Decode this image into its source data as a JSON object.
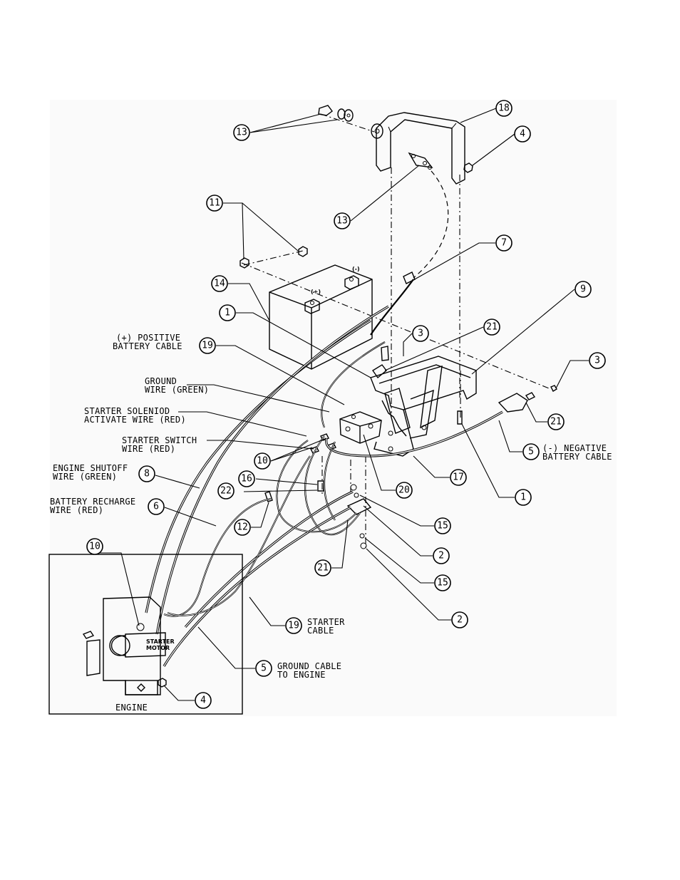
{
  "callouts": [
    {
      "id": "c1",
      "n": "1"
    },
    {
      "id": "c1b",
      "n": "1"
    },
    {
      "id": "c2",
      "n": "2"
    },
    {
      "id": "c2b",
      "n": "2"
    },
    {
      "id": "c3",
      "n": "3"
    },
    {
      "id": "c3b",
      "n": "3"
    },
    {
      "id": "c4",
      "n": "4"
    },
    {
      "id": "c4b",
      "n": "4"
    },
    {
      "id": "c5",
      "n": "5"
    },
    {
      "id": "c5b",
      "n": "5"
    },
    {
      "id": "c6",
      "n": "6"
    },
    {
      "id": "c7",
      "n": "7"
    },
    {
      "id": "c8",
      "n": "8"
    },
    {
      "id": "c9",
      "n": "9"
    },
    {
      "id": "c10",
      "n": "10"
    },
    {
      "id": "c10b",
      "n": "10"
    },
    {
      "id": "c11",
      "n": "11"
    },
    {
      "id": "c12",
      "n": "12"
    },
    {
      "id": "c13",
      "n": "13"
    },
    {
      "id": "c13b",
      "n": "13"
    },
    {
      "id": "c14",
      "n": "14"
    },
    {
      "id": "c15",
      "n": "15"
    },
    {
      "id": "c15b",
      "n": "15"
    },
    {
      "id": "c16",
      "n": "16"
    },
    {
      "id": "c17",
      "n": "17"
    },
    {
      "id": "c18",
      "n": "18"
    },
    {
      "id": "c19",
      "n": "19"
    },
    {
      "id": "c19b",
      "n": "19"
    },
    {
      "id": "c20",
      "n": "20"
    },
    {
      "id": "c21",
      "n": "21"
    },
    {
      "id": "c21b",
      "n": "21"
    },
    {
      "id": "c21c",
      "n": "21"
    },
    {
      "id": "c22",
      "n": "22"
    }
  ],
  "labels": {
    "positive_cable": [
      "(+) POSITIVE",
      "BATTERY CABLE"
    ],
    "ground_wire": [
      "GROUND",
      "WIRE (GREEN)"
    ],
    "starter_solenoid_wire": [
      "STARTER SOLENIOD",
      "ACTIVATE WIRE (RED)"
    ],
    "starter_switch_wire": [
      "STARTER SWITCH",
      "WIRE (RED)"
    ],
    "engine_shutoff_wire": [
      "ENGINE SHUTOFF",
      "WIRE (GREEN)"
    ],
    "battery_recharge_wire": [
      "BATTERY RECHARGE",
      "WIRE (RED)"
    ],
    "negative_cable": [
      "(-) NEGATIVE",
      "BATTERY CABLE"
    ],
    "starter_cable": [
      "STARTER",
      "CABLE"
    ],
    "ground_cable_engine": [
      "GROUND CABLE",
      "TO ENGINE"
    ],
    "engine": "ENGINE",
    "starter_motor": [
      "STARTER",
      "MOTOR"
    ],
    "battery_positive": "(+)",
    "battery_negative": "(-)"
  }
}
